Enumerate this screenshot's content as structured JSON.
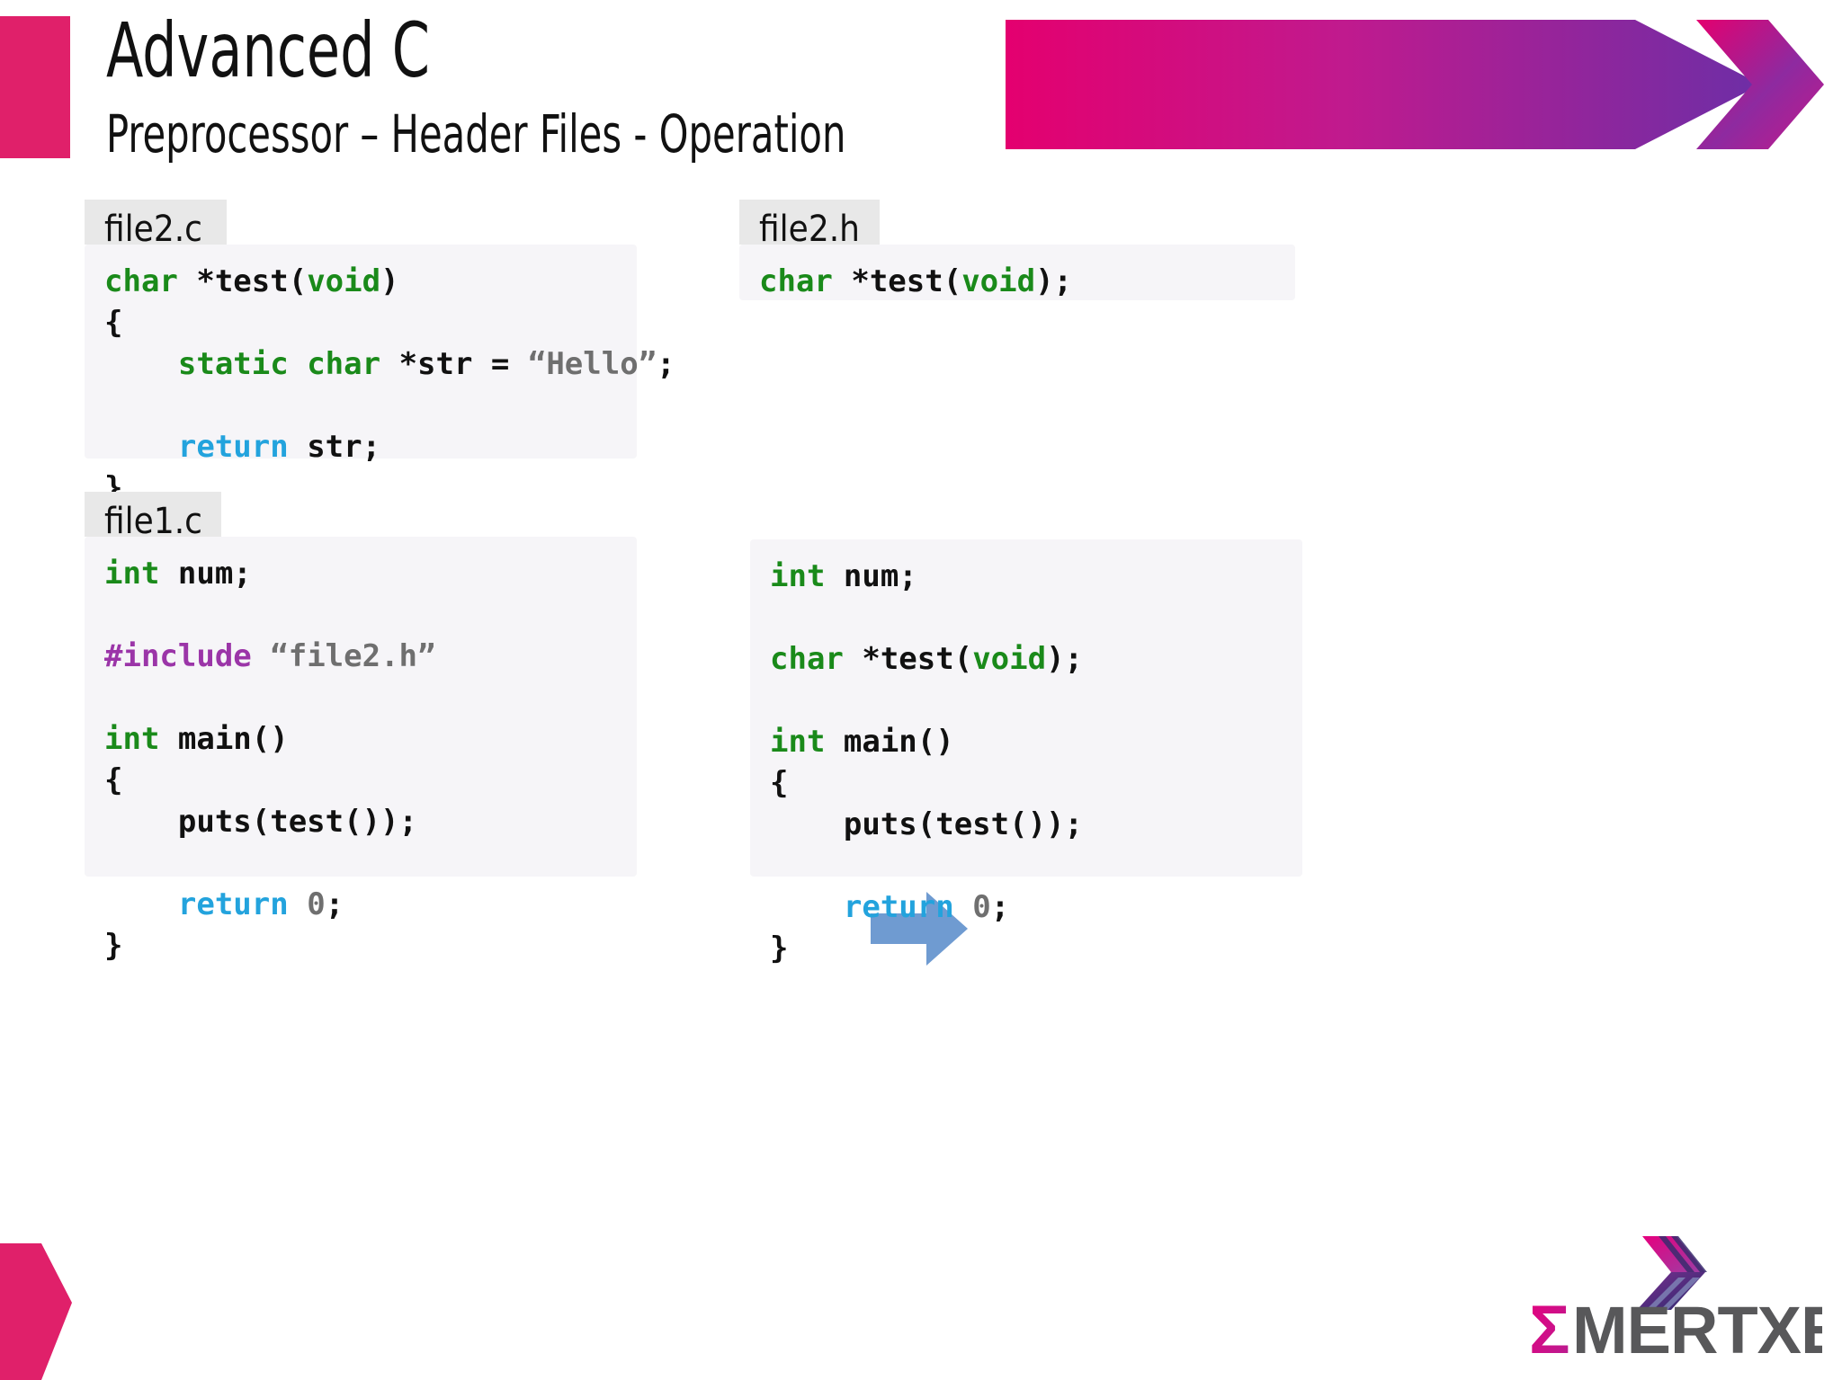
{
  "slide": {
    "title": "Advanced C",
    "subtitle": "Preprocessor – Header Files - Operation"
  },
  "colors": {
    "accent_pink": "#e0206a",
    "accent_magenta": "#d4177f",
    "accent_purple": "#7b2ca8",
    "keyword_green": "#1a8a1a",
    "return_blue": "#23a3dd",
    "preprocessor_purple": "#9b35a8",
    "string_gray": "#6f6f6f",
    "code_bg": "#f6f5f8",
    "tab_bg": "#e8e8e8",
    "arrow_blue": "#6f9bd1",
    "logo_gray": "#58585a"
  },
  "panels": {
    "file2_c": {
      "tab_label": "file2.c",
      "lines": [
        [
          {
            "t": "char",
            "c": "kw"
          },
          {
            "t": " *test(",
            "c": "plain"
          },
          {
            "t": "void",
            "c": "kw"
          },
          {
            "t": ")",
            "c": "plain"
          }
        ],
        [
          {
            "t": "{",
            "c": "plain"
          }
        ],
        [
          {
            "t": "    ",
            "c": "plain"
          },
          {
            "t": "static",
            "c": "kw"
          },
          {
            "t": " ",
            "c": "plain"
          },
          {
            "t": "char",
            "c": "kw"
          },
          {
            "t": " *str = ",
            "c": "plain"
          },
          {
            "t": "“Hello”",
            "c": "str"
          },
          {
            "t": ";",
            "c": "plain"
          }
        ],
        [],
        [
          {
            "t": "    ",
            "c": "plain"
          },
          {
            "t": "return",
            "c": "ret"
          },
          {
            "t": " str;",
            "c": "plain"
          }
        ],
        [
          {
            "t": "}",
            "c": "plain"
          }
        ]
      ]
    },
    "file2_h": {
      "tab_label": "file2.h",
      "lines": [
        [
          {
            "t": "char",
            "c": "kw"
          },
          {
            "t": " *test(",
            "c": "plain"
          },
          {
            "t": "void",
            "c": "kw"
          },
          {
            "t": ");",
            "c": "plain"
          }
        ]
      ]
    },
    "file1_c": {
      "tab_label": "file1.c",
      "lines": [
        [
          {
            "t": "int",
            "c": "kw"
          },
          {
            "t": " num;",
            "c": "plain"
          }
        ],
        [],
        [
          {
            "t": "#include",
            "c": "pp"
          },
          {
            "t": " ",
            "c": "plain"
          },
          {
            "t": "“file2.h”",
            "c": "str"
          }
        ],
        [],
        [
          {
            "t": "int",
            "c": "kw"
          },
          {
            "t": " main()",
            "c": "plain"
          }
        ],
        [
          {
            "t": "{",
            "c": "plain"
          }
        ],
        [
          {
            "t": "    puts(test());",
            "c": "plain"
          }
        ],
        [],
        [
          {
            "t": "    ",
            "c": "plain"
          },
          {
            "t": "return",
            "c": "ret"
          },
          {
            "t": " ",
            "c": "plain"
          },
          {
            "t": "0",
            "c": "num"
          },
          {
            "t": ";",
            "c": "plain"
          }
        ],
        [
          {
            "t": "}",
            "c": "plain"
          }
        ]
      ]
    },
    "expanded_output": {
      "tab_label": "",
      "lines": [
        [
          {
            "t": "int",
            "c": "kw"
          },
          {
            "t": " num;",
            "c": "plain"
          }
        ],
        [],
        [
          {
            "t": "char",
            "c": "kw"
          },
          {
            "t": " *test(",
            "c": "plain"
          },
          {
            "t": "void",
            "c": "kw"
          },
          {
            "t": ");",
            "c": "plain"
          }
        ],
        [],
        [
          {
            "t": "int",
            "c": "kw"
          },
          {
            "t": " main()",
            "c": "plain"
          }
        ],
        [
          {
            "t": "{",
            "c": "plain"
          }
        ],
        [
          {
            "t": "    puts(test());",
            "c": "plain"
          }
        ],
        [],
        [
          {
            "t": "    ",
            "c": "plain"
          },
          {
            "t": "return",
            "c": "ret"
          },
          {
            "t": " ",
            "c": "plain"
          },
          {
            "t": "0",
            "c": "num"
          },
          {
            "t": ";",
            "c": "plain"
          }
        ],
        [
          {
            "t": "}",
            "c": "plain"
          }
        ]
      ]
    }
  },
  "logo": {
    "text": "MERTXE",
    "sigma": "Σ"
  }
}
